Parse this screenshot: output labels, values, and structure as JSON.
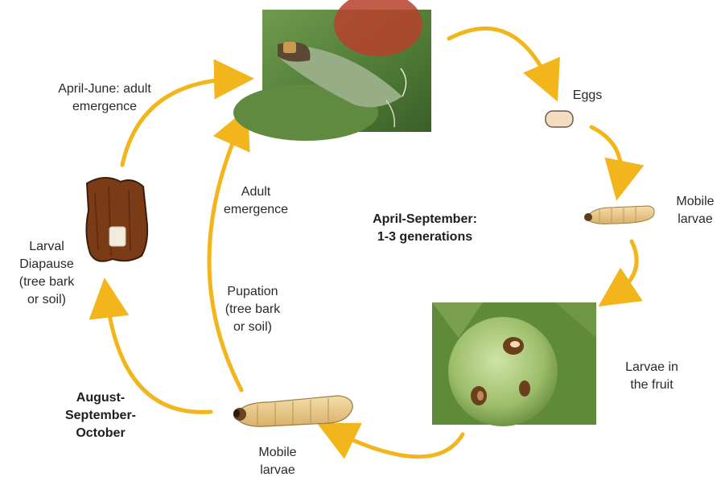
{
  "stages": {
    "adult_emergence_seasonal": "April-June: adult\nemergence",
    "eggs": "Eggs",
    "mobile_larvae_right": "Mobile\nlarvae",
    "generations": "April-September:\n1-3 generations",
    "adult_emergence": "Adult\nemergence",
    "larval_diapause": "Larval\nDiapause\n(tree bark\nor soil)",
    "pupation": "Pupation\n(tree bark\nor soil)",
    "larvae_in_fruit": "Larvae in\nthe fruit",
    "autumn_months": "August-\nSeptember-\nOctober",
    "mobile_larvae_bottom": "Mobile\nlarvae"
  },
  "colors": {
    "arrow": "#f2b51c",
    "bark": "#7a3c17",
    "larva_body": "#e8c78d",
    "egg": "#f3dcc0",
    "moth_green": "#8aa86a",
    "apple_green": "#a9c77a"
  },
  "icons": [
    "moth-photo",
    "egg-icon",
    "larva-icon",
    "apple-photo",
    "bark-icon"
  ]
}
